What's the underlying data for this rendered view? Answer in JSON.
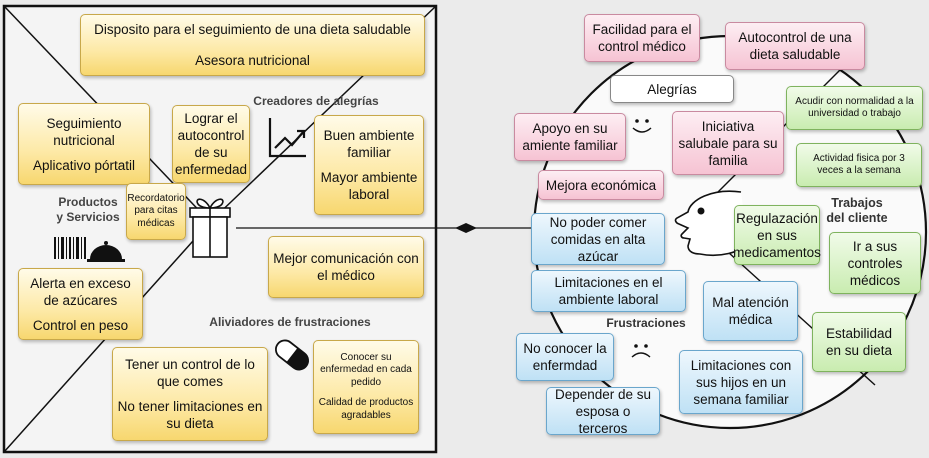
{
  "value_map": {
    "headings": {
      "gain_creators": "Creadores de alegrías",
      "products": "Productos\ny Servicios",
      "pain_relievers": "Aliviadores de frustraciones"
    },
    "notes": {
      "device": [
        "Disposito para el seguimiento de una dieta saludable",
        "Asesora nutricional"
      ],
      "tracking": [
        "Seguimiento nutricional",
        "Aplicativo pórtatil"
      ],
      "achieve": "Lograr el autocontrol de su enfermedad",
      "environment": [
        "Buen ambiente familiar",
        "Mayor ambiente laboral"
      ],
      "reminder": "Recordatorio para citas médicas",
      "communication": "Mejor comunicación con el médico",
      "sugar": [
        "Alerta en exceso de azúcares",
        "Control en peso"
      ],
      "control": [
        "Tener un control de lo que comes",
        "No tener limitaciones en su dieta"
      ],
      "illness": [
        "Conocer su enfermedad en cada pedido",
        "Calidad de productos agradables"
      ]
    }
  },
  "customer_profile": {
    "headings": {
      "gains": "Alegrías",
      "jobs": "Trabajos\ndel cliente",
      "pains": "Frustraciones"
    },
    "gains": {
      "facility": "Facilidad para el control médico",
      "selfcontrol": "Autocontrol de una dieta saludable",
      "support": "Apoyo en su amiente familiar",
      "initiative": "Iniciativa salubale para su familia",
      "economic": "Mejora económica"
    },
    "jobs": {
      "attend": "Acudir con normalidad a la universidad o trabajo",
      "activity": "Actividad fisica por 3 veces a la semana",
      "regulation": "Regulazación en sus medicamentos",
      "visits": "Ir a sus controles médicos",
      "stability": "Estabilidad en su dieta"
    },
    "pains": {
      "eat": "No poder comer comidas en alta azúcar",
      "work": "Limitaciones en el ambiente laboral",
      "attention": "Mal atención médica",
      "unknown": "No conocer la enfermdad",
      "children": "Limitaciones con sus hijos en un semana familiar",
      "depend": "Depender de su esposa o terceros"
    }
  },
  "barcode_digits": "||| |||| ||"
}
